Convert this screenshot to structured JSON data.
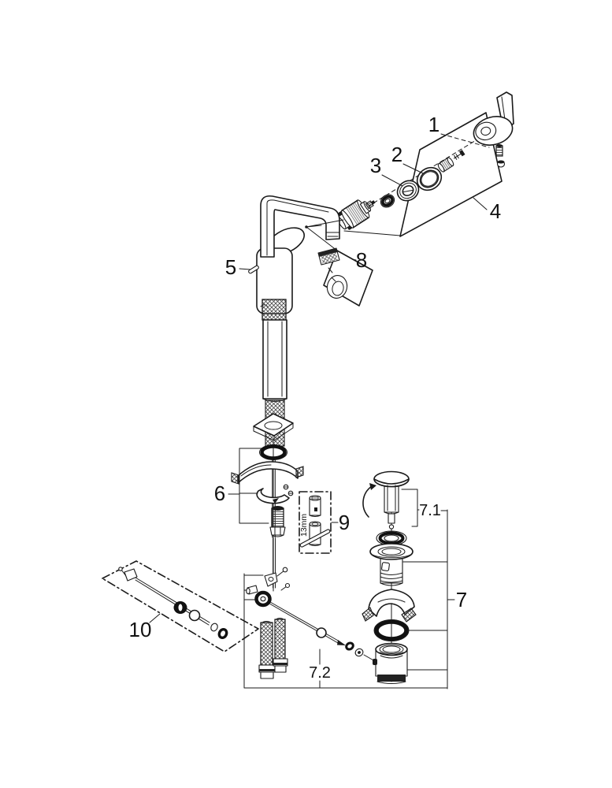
{
  "page": {
    "background": "#ffffff",
    "ink": "#1a1a1a"
  },
  "callouts": {
    "c1": "1",
    "c2": "2",
    "c3": "3",
    "c4": "4",
    "c5": "5",
    "c6": "6",
    "c7": "7",
    "c7_1": "7.1",
    "c7_2": "7.2",
    "c8": "8",
    "c9": "9",
    "c10": "10"
  },
  "annotations": {
    "wrench_size": "13mm"
  },
  "icons": {
    "rotation_arrow": "curved-arrow-ccw"
  }
}
